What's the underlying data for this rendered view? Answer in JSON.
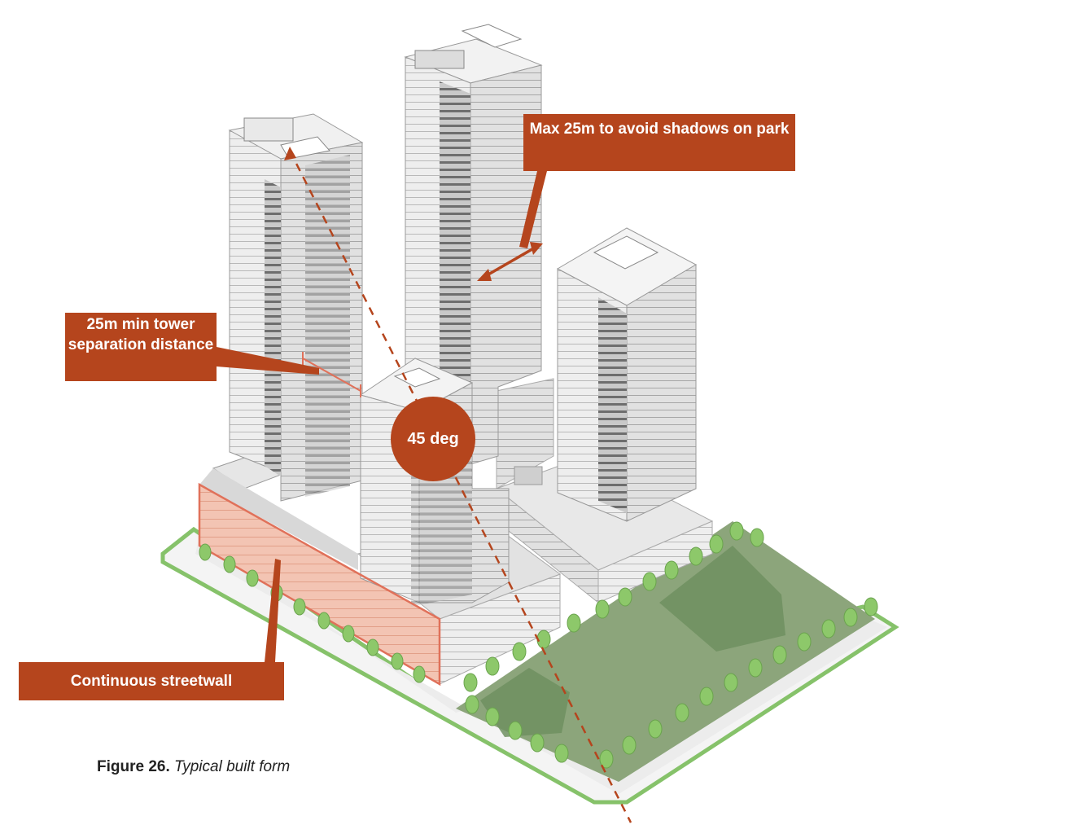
{
  "callouts": {
    "shadows": "Max 25m to avoid shadows on park",
    "separation": "25m min tower separation distance",
    "angle": "45 deg",
    "streetwall": "Continuous streetwall"
  },
  "caption": {
    "number": "Figure 26.",
    "text": "Typical built form"
  },
  "colors": {
    "annotation": "#b5451d",
    "park": "#8ca57b",
    "streetwall_highlight": "#f3c4b3",
    "tree": "#8dc86a",
    "building": "#f1f1f1"
  }
}
